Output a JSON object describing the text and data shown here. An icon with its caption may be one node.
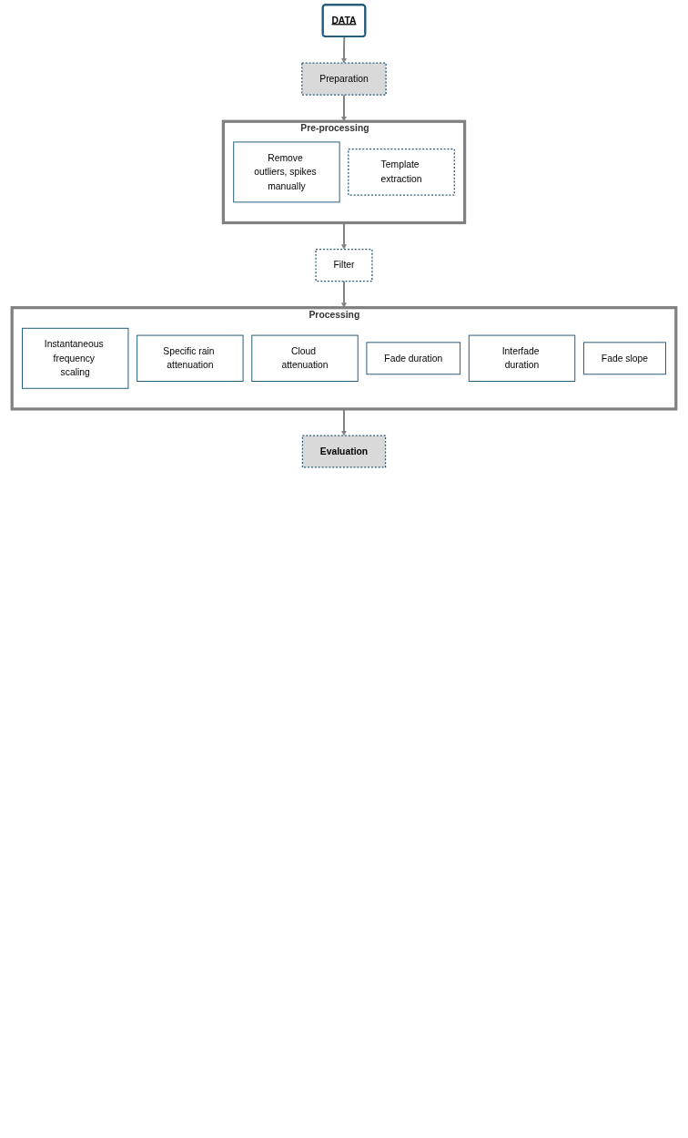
{
  "diagram": {
    "nodes": [
      {
        "text": [
          "DATA"
        ]
      },
      {
        "text": [
          "Preparation"
        ]
      },
      {
        "text": [
          "Pre-processing"
        ]
      },
      {
        "text": [
          "Remove outliers, spikes manually"
        ],
        "in": 2
      },
      {
        "text": [
          "Template extraction"
        ],
        "in": 2
      },
      {
        "text": [
          "Filter"
        ]
      },
      {
        "text": [
          "Processing"
        ]
      },
      {
        "text": [
          "Instantaneous frequency scaling"
        ],
        "in": 6
      },
      {
        "text": [
          "Specific rain attenuation"
        ],
        "in": 6
      },
      {
        "text": [
          "Cloud attenuation"
        ],
        "in": 6
      },
      {
        "text": [
          "Fade duration"
        ],
        "in": 6
      },
      {
        "text": [
          "Interfade duration"
        ],
        "in": 6
      },
      {
        "text": [
          "Fade slope"
        ],
        "in": 6
      },
      {
        "text": [
          "Evaluation"
        ]
      }
    ],
    "edges": [
      {
        "from": 0,
        "to": 1,
        "arrow": "to"
      },
      {
        "from": 1,
        "to": 2,
        "arrow": "to"
      },
      {
        "from": 2,
        "to": 5,
        "arrow": "to"
      },
      {
        "from": 5,
        "to": 6,
        "arrow": "to"
      },
      {
        "from": 6,
        "to": 13,
        "arrow": "to"
      }
    ]
  }
}
